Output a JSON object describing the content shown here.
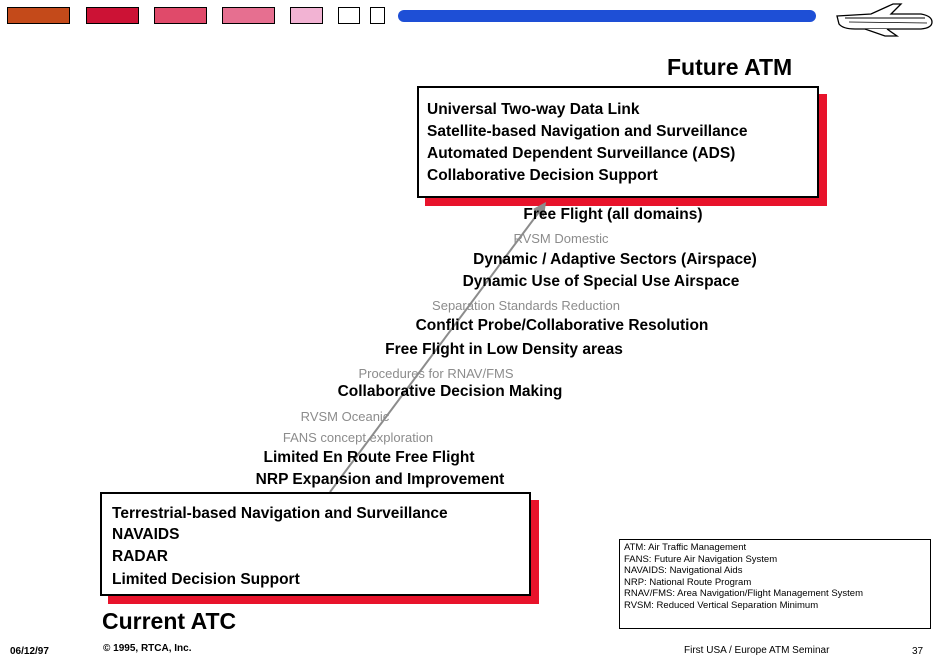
{
  "header": {
    "box_colors": [
      "#c44a1a",
      "#cc1235",
      "#e04a6a",
      "#e66f90",
      "#f2b3d3",
      "#ffffff",
      "#ffffff"
    ],
    "line_color": "#1e4fd6"
  },
  "future": {
    "title": "Future ATM",
    "lines": [
      "Universal Two-way Data Link",
      "Satellite-based Navigation and Surveillance",
      "Automated Dependent Surveillance (ADS)",
      "Collaborative Decision Support"
    ]
  },
  "steps": [
    {
      "text": "Free Flight (all domains)",
      "style": "bold"
    },
    {
      "text": "RVSM Domestic",
      "style": "gray"
    },
    {
      "text": "Dynamic / Adaptive Sectors (Airspace)",
      "style": "bold"
    },
    {
      "text": "Dynamic Use of Special Use Airspace",
      "style": "bold"
    },
    {
      "text": "Separation Standards Reduction",
      "style": "gray"
    },
    {
      "text": "Conflict Probe/Collaborative Resolution",
      "style": "bold"
    },
    {
      "text": "Free Flight in Low Density areas",
      "style": "bold"
    },
    {
      "text": "Procedures for RNAV/FMS",
      "style": "gray"
    },
    {
      "text": "Collaborative Decision Making",
      "style": "bold"
    },
    {
      "text": "RVSM Oceanic",
      "style": "gray"
    },
    {
      "text": "FANS concept exploration",
      "style": "gray"
    },
    {
      "text": "Limited En Route Free Flight",
      "style": "bold"
    },
    {
      "text": "NRP Expansion and Improvement",
      "style": "bold"
    }
  ],
  "current": {
    "title": "Current ATC",
    "lines": [
      "Terrestrial-based Navigation and Surveillance",
      "NAVAIDS",
      "RADAR",
      "Limited Decision Support"
    ]
  },
  "legend": [
    "ATM: Air Traffic Management",
    "FANS: Future Air Navigation System",
    "NAVAIDS: Navigational Aids",
    "NRP: National Route Program",
    "RNAV/FMS: Area Navigation/Flight Management System",
    "RVSM: Reduced Vertical Separation Minimum"
  ],
  "footer": {
    "date": "06/12/97",
    "copyright": "© 1995, RTCA, Inc.",
    "event": "First USA / Europe ATM Seminar",
    "page": "37"
  },
  "accent_color": "#e8132b"
}
